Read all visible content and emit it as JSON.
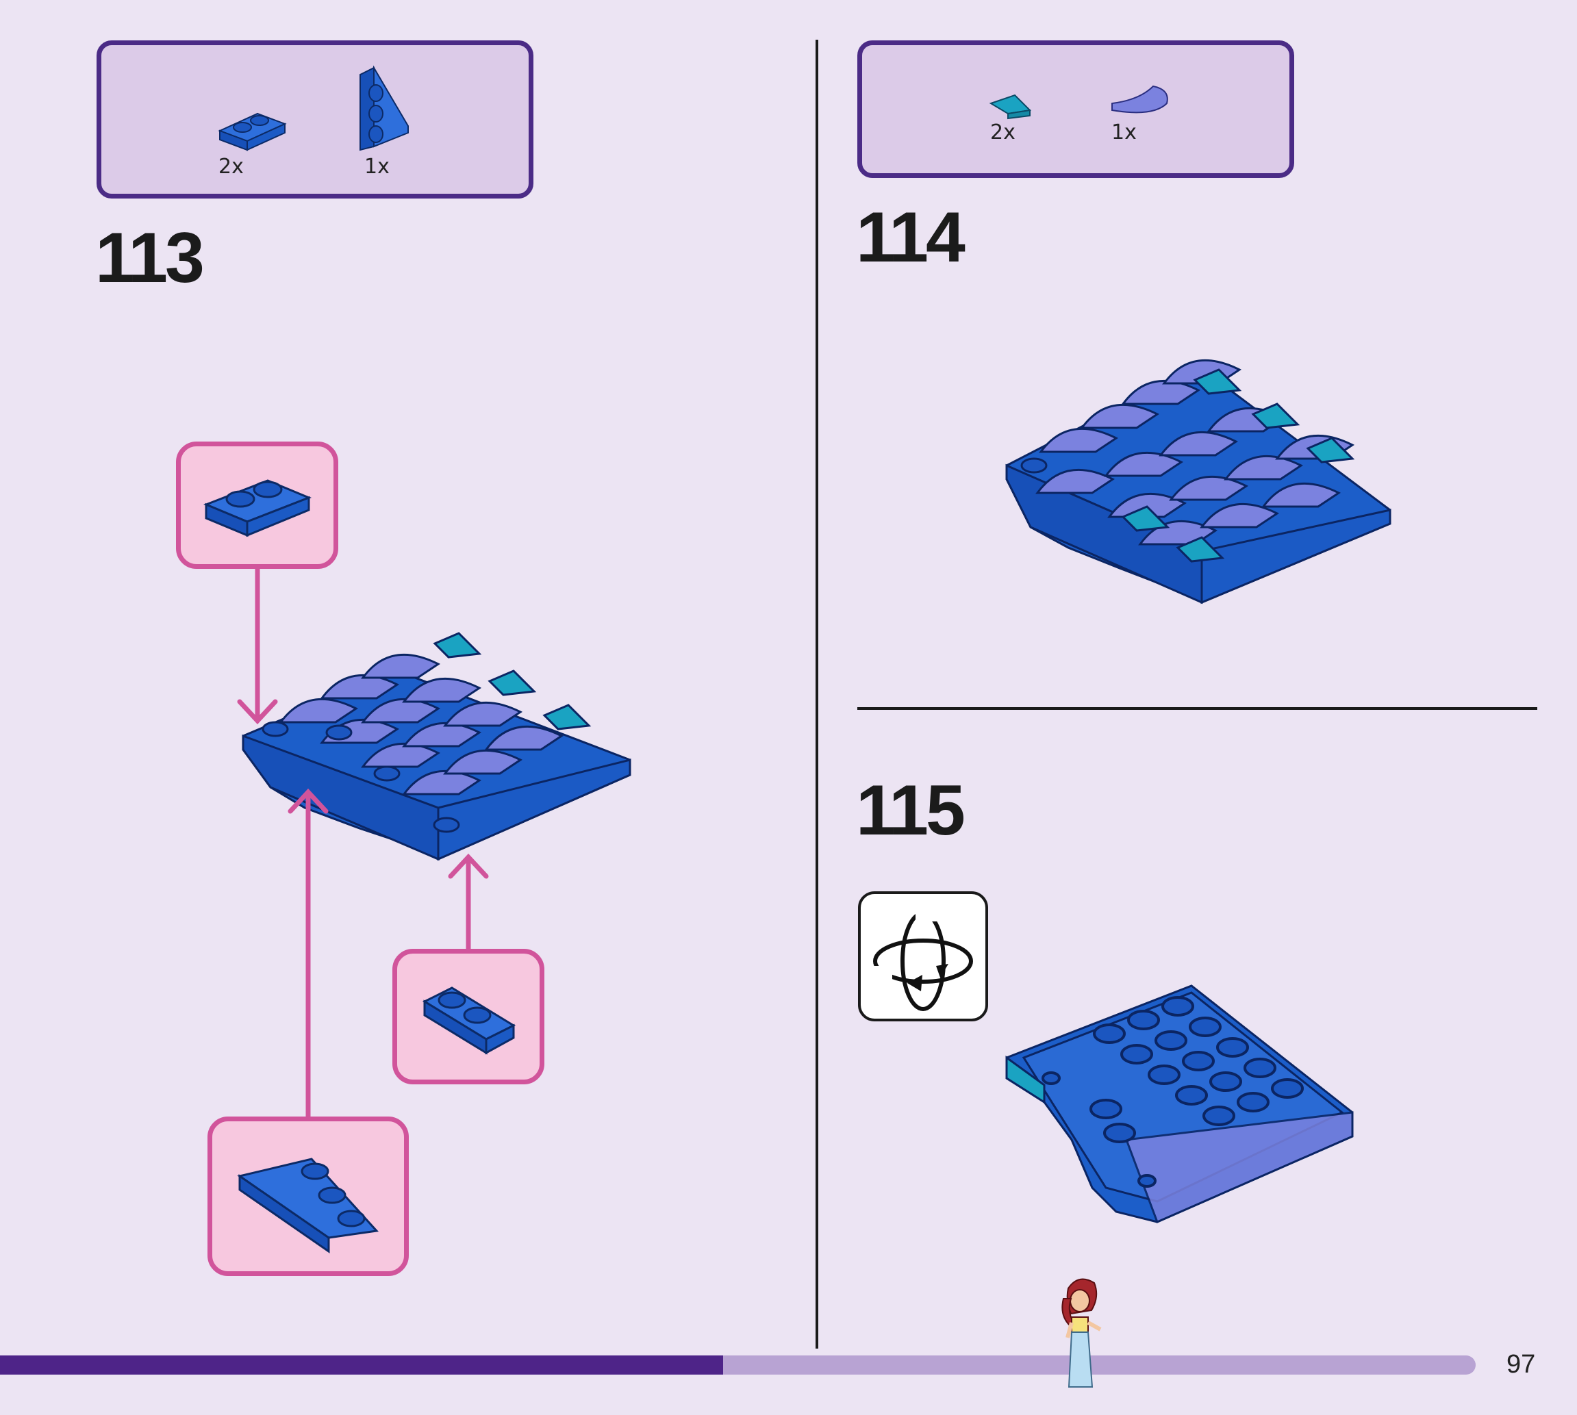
{
  "steps": [
    {
      "number": "113",
      "parts": [
        {
          "qty": "2x",
          "icon": "blue-plate-1x2-icon"
        },
        {
          "qty": "1x",
          "icon": "blue-wedge-plate-icon"
        }
      ]
    },
    {
      "number": "114",
      "parts": [
        {
          "qty": "2x",
          "icon": "teal-quarter-tile-icon"
        },
        {
          "qty": "1x",
          "icon": "lavender-round-tile-icon"
        }
      ]
    },
    {
      "number": "115",
      "rotate_icon": "rotate-model-icon"
    }
  ],
  "progress": {
    "percent": 49
  },
  "page_number": "97",
  "colors": {
    "background": "#ece4f3",
    "parts_box_border": "#4b2b86",
    "callout_border": "#d1549b",
    "progress_fill": "#4e2488",
    "progress_track": "#b8a3d3",
    "brick_blue": "#1c5ec9",
    "tile_lavender": "#7b82df",
    "tile_teal": "#1aa3c2"
  }
}
